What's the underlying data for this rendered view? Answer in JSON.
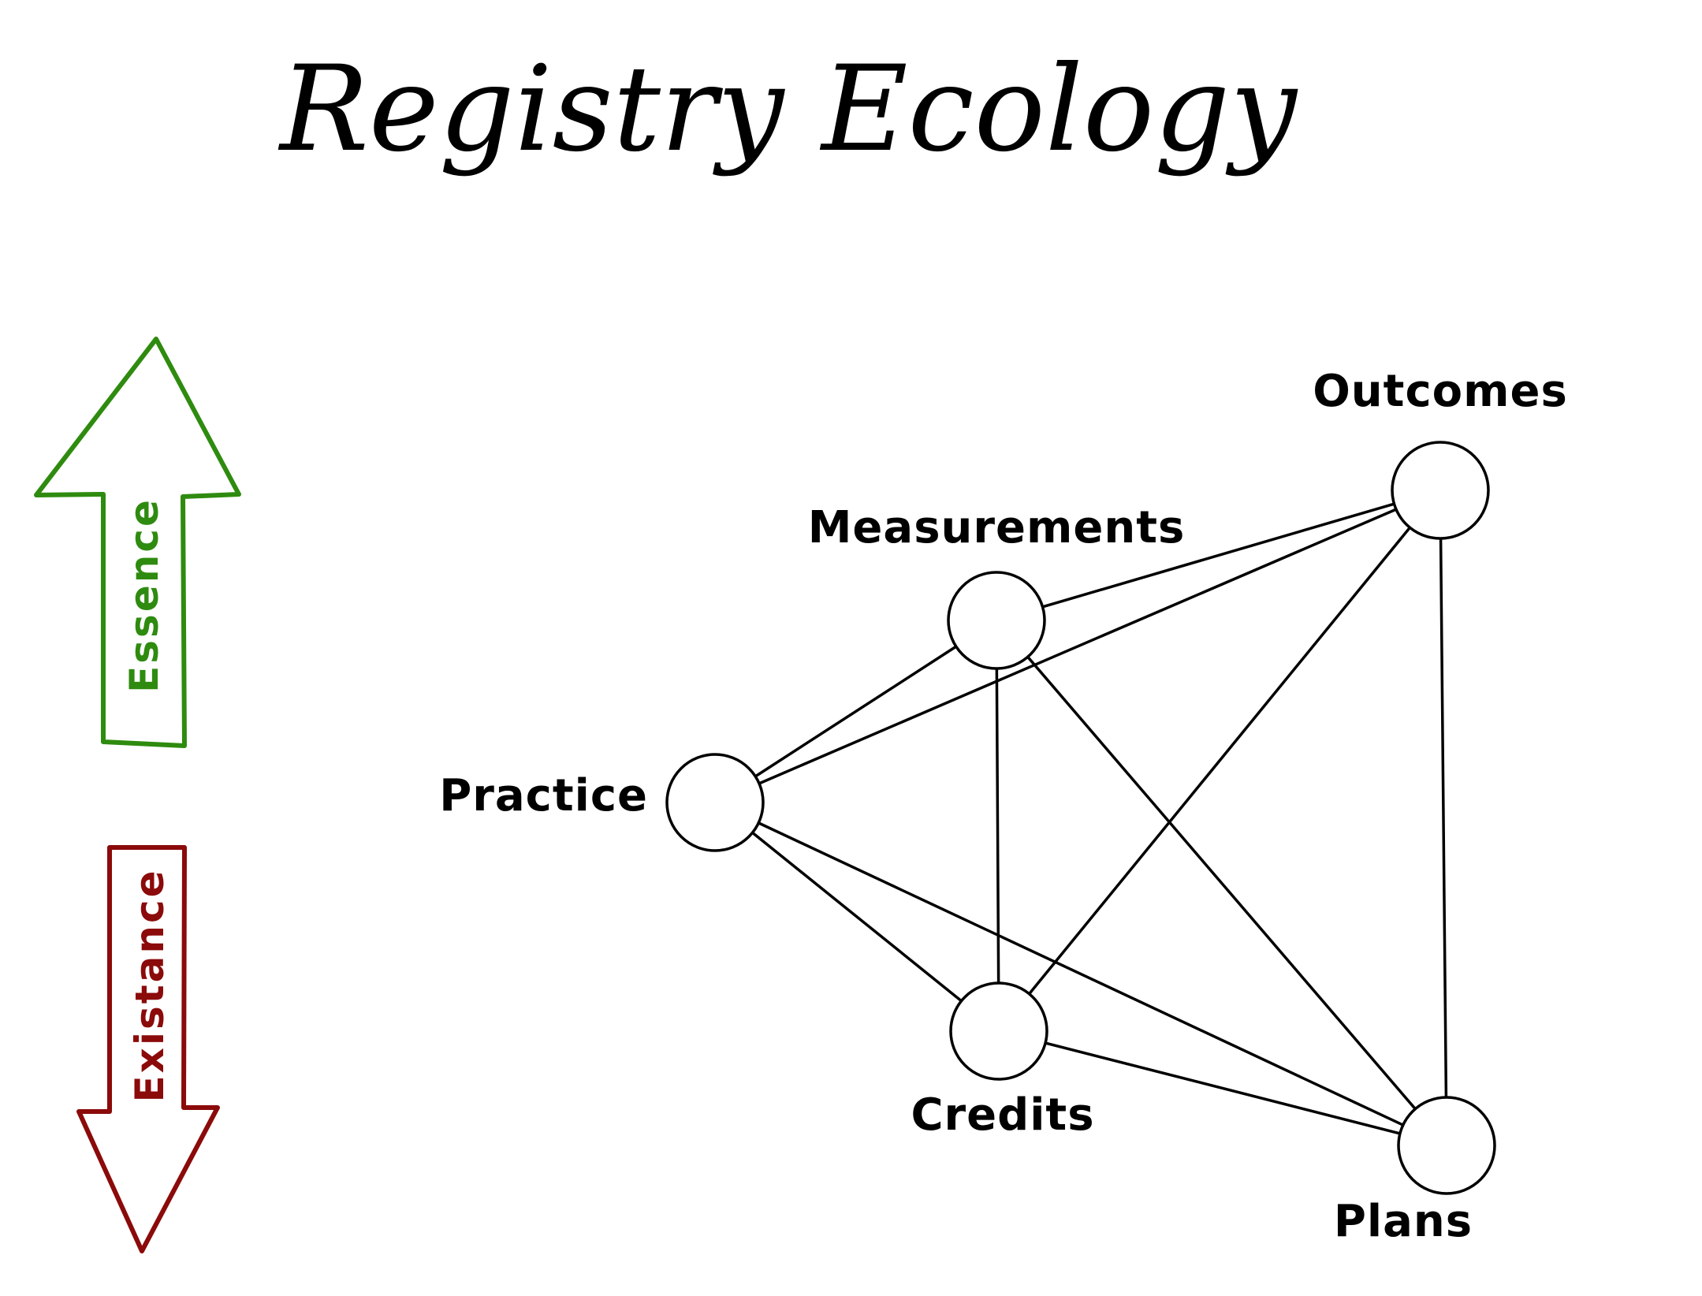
{
  "title": "Registry Ecology",
  "arrows": {
    "essence": {
      "label": "Essence",
      "color": "#2e8b0f"
    },
    "existance": {
      "label": "Existance",
      "color": "#8b0a0a"
    }
  },
  "nodes": [
    {
      "id": "outcomes",
      "label": "Outcomes"
    },
    {
      "id": "measurements",
      "label": "Measurements"
    },
    {
      "id": "practice",
      "label": "Practice"
    },
    {
      "id": "credits",
      "label": "Credits"
    },
    {
      "id": "plans",
      "label": "Plans"
    }
  ],
  "edges": [
    [
      "measurements",
      "outcomes"
    ],
    [
      "practice",
      "outcomes"
    ],
    [
      "credits",
      "outcomes"
    ],
    [
      "plans",
      "outcomes"
    ],
    [
      "practice",
      "measurements"
    ],
    [
      "credits",
      "measurements"
    ],
    [
      "plans",
      "measurements"
    ],
    [
      "credits",
      "practice"
    ],
    [
      "plans",
      "practice"
    ],
    [
      "plans",
      "credits"
    ]
  ]
}
